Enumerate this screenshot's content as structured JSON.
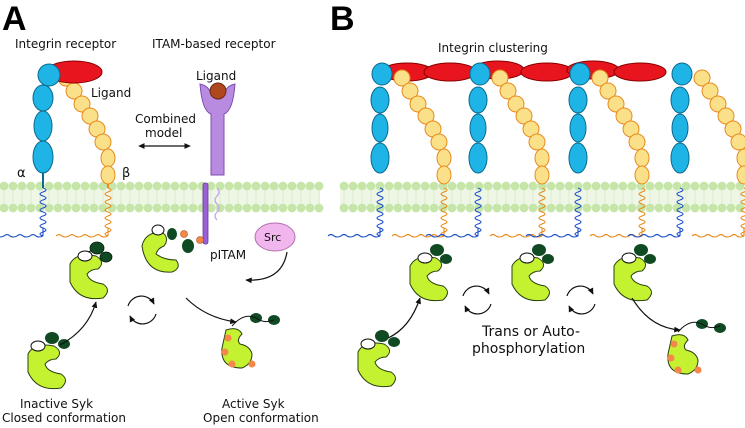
{
  "colors": {
    "alpha_subunit": "#1eb4e6",
    "beta_subunit": "#fbe08a",
    "beta_outline": "#e88b1c",
    "ligand": "#e8141e",
    "itam_receptor": "#b98be0",
    "itam_ligand": "#b0481e",
    "membrane_head": "#c5e6a8",
    "syk_body": "#c5f230",
    "syk_sh2": "#0f4a22",
    "phosphate": "#f5874a",
    "src": "#f2b6ef"
  },
  "icons": [
    "integrin-receptor-icon",
    "itam-receptor-icon",
    "syk-kinase-icon",
    "src-kinase-icon",
    "cycle-arrows-icon",
    "membrane-icon"
  ],
  "panel_a": {
    "letter": "A",
    "integrin_receptor": "Integrin receptor",
    "itam_receptor": "ITAM-based receptor",
    "ligand_integrin": "Ligand",
    "ligand_itam": "Ligand",
    "combined_line1": "Combined",
    "combined_line2": "model",
    "alpha": "α",
    "beta": "β",
    "src": "Src",
    "pitam": "pITAM",
    "inactive_line1": "Inactive Syk",
    "inactive_line2": "Closed conformation",
    "active_line1": "Active Syk",
    "active_line2": "Open conformation"
  },
  "panel_b": {
    "letter": "B",
    "title": "Integrin clustering",
    "trans_line1": "Trans or Auto-",
    "trans_line2": "phosphorylation"
  }
}
